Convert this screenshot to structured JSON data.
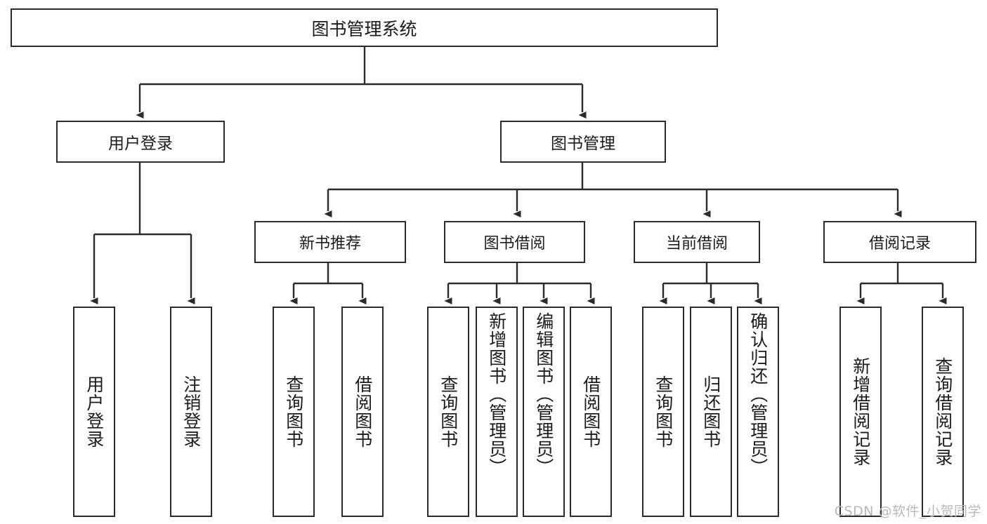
{
  "diagram": {
    "title_node": {
      "label": "图书管理系统"
    },
    "level2": [
      {
        "id": "user-login",
        "label": "用户登录"
      },
      {
        "id": "book-management",
        "label": "图书管理"
      }
    ],
    "level3": [
      {
        "id": "new-book-recommend",
        "label": "新书推荐"
      },
      {
        "id": "book-borrow",
        "label": "图书借阅"
      },
      {
        "id": "current-borrow",
        "label": "当前借阅"
      },
      {
        "id": "borrow-record",
        "label": "借阅记录"
      }
    ],
    "leaves": [
      {
        "id": "leaf-user-login",
        "label": "用户登录",
        "parent": "user-login"
      },
      {
        "id": "leaf-logout-login",
        "label": "注销登录",
        "parent": "user-login"
      },
      {
        "id": "leaf-query-book-1",
        "label": "查询图书",
        "parent": "new-book-recommend"
      },
      {
        "id": "leaf-borrow-book-1",
        "label": "借阅图书",
        "parent": "new-book-recommend"
      },
      {
        "id": "leaf-query-book-2",
        "label": "查询图书",
        "parent": "book-borrow"
      },
      {
        "id": "leaf-add-book",
        "label": "新增图书（管理员）",
        "parent": "book-borrow"
      },
      {
        "id": "leaf-edit-book",
        "label": "编辑图书（管理员）",
        "parent": "book-borrow"
      },
      {
        "id": "leaf-borrow-book-2",
        "label": "借阅图书",
        "parent": "book-borrow"
      },
      {
        "id": "leaf-query-book-3",
        "label": "查询图书",
        "parent": "current-borrow"
      },
      {
        "id": "leaf-return-book",
        "label": "归还图书",
        "parent": "current-borrow"
      },
      {
        "id": "leaf-confirm-return",
        "label": "确认归还（管理员）",
        "parent": "current-borrow"
      },
      {
        "id": "leaf-add-record",
        "label": "新增借阅记录",
        "parent": "borrow-record"
      },
      {
        "id": "leaf-query-record",
        "label": "查询借阅记录",
        "parent": "borrow-record"
      }
    ],
    "watermark": "CSDN @软件_小贺同学",
    "colors": {
      "stroke": "#2b2b2b",
      "fill": "#ffffff",
      "text": "#1b1b1b",
      "watermark": "#b9b9b9"
    }
  }
}
